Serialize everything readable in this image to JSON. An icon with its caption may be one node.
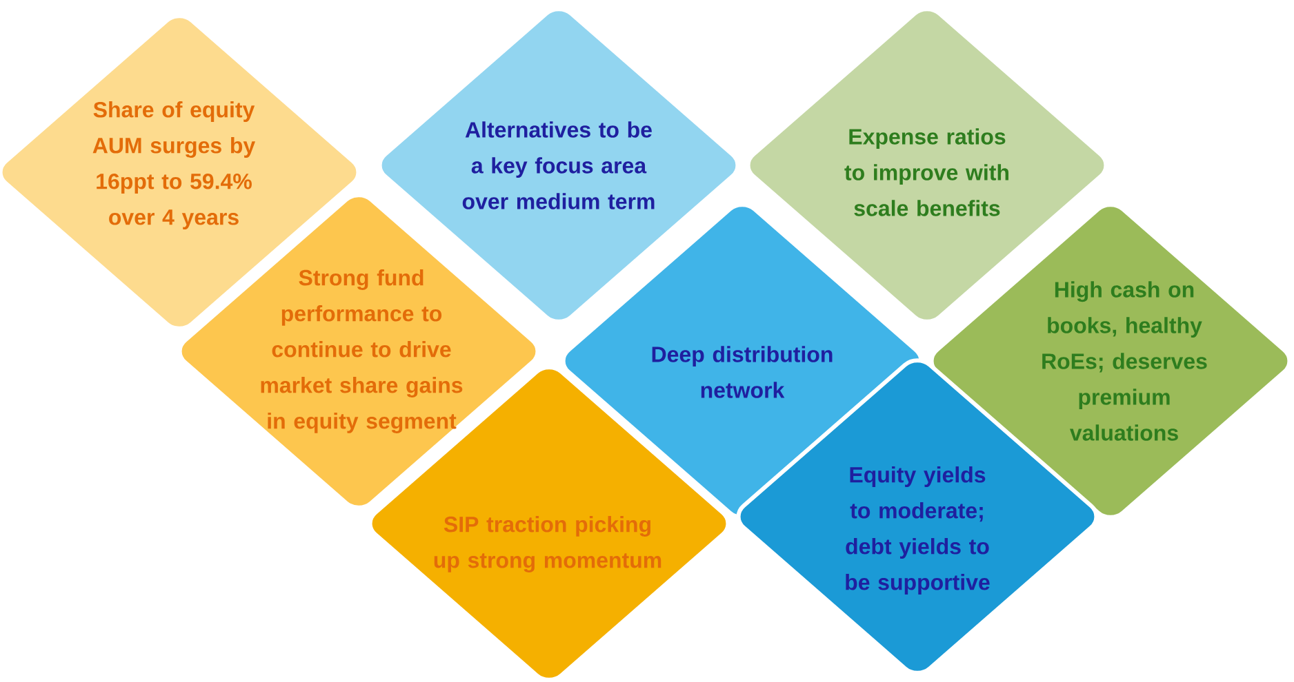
{
  "diagram": {
    "nodes": [
      {
        "text": [
          "Share of equity AUM surges by 16ppt to 59.4% over 4 years"
        ]
      },
      {
        "text": [
          "Alternatives to be a key focus area over medium term"
        ]
      },
      {
        "text": [
          "Expense ratios to improve with scale benefits"
        ]
      },
      {
        "text": [
          "Strong fund performance to continue to drive market share gains in equity segment"
        ]
      },
      {
        "text": [
          "Deep distribution network"
        ]
      },
      {
        "text": [
          "High cash on books, healthy RoEs; deserves premium valuations"
        ]
      },
      {
        "text": [
          "SIP traction picking up strong momentum"
        ]
      },
      {
        "text": [
          "Equity yields to moderate; debt yields to be supportive"
        ]
      }
    ]
  }
}
